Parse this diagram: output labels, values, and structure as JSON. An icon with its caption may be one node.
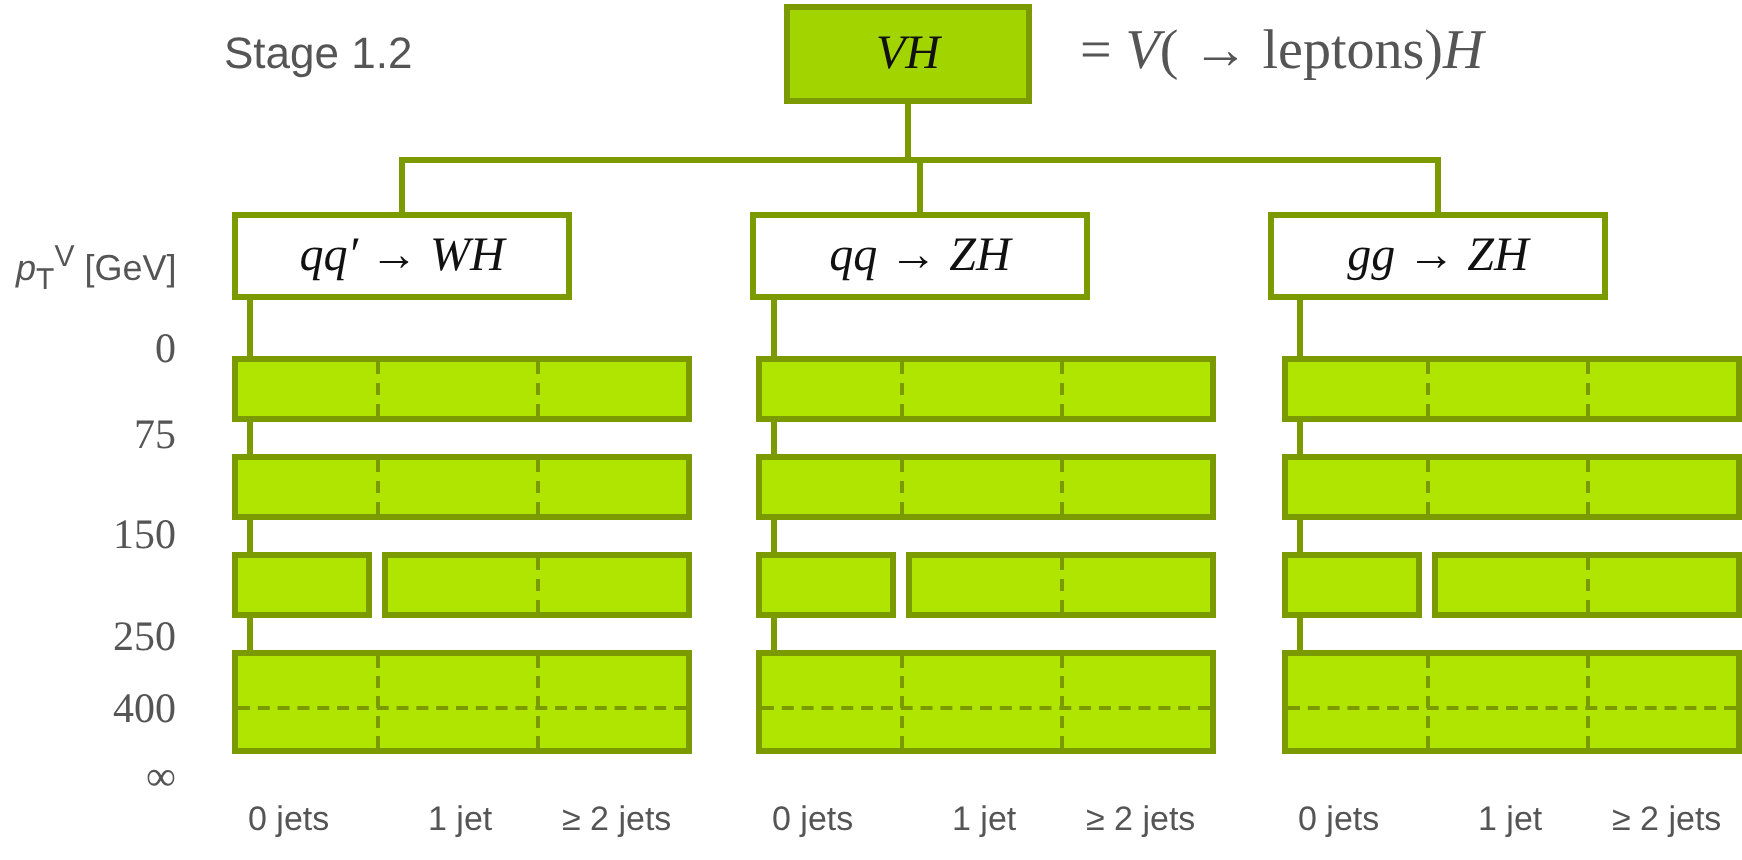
{
  "diagram": {
    "nodes": [
      {
        "text": [
          "VH"
        ]
      },
      {
        "text": [
          "qq′ → WH"
        ]
      },
      {
        "text": [
          "qq → ZH"
        ]
      },
      {
        "text": [
          "gg → ZH"
        ]
      },
      {
        "text": [],
        "shape": "bar"
      },
      {
        "text": [],
        "shape": "bar"
      },
      {
        "text": [],
        "shape": "bar"
      },
      {
        "text": [],
        "shape": "bar"
      },
      {
        "text": [],
        "shape": "bar"
      },
      {
        "text": [],
        "shape": "bar"
      },
      {
        "text": [],
        "shape": "bar"
      },
      {
        "text": [],
        "shape": "bar"
      },
      {
        "text": [],
        "shape": "bar"
      },
      {
        "text": [],
        "shape": "bar"
      },
      {
        "text": [],
        "shape": "bar"
      },
      {
        "text": [],
        "shape": "bar"
      },
      {
        "text": [],
        "shape": "bar"
      },
      {
        "text": [],
        "shape": "bar"
      },
      {
        "text": [],
        "shape": "bar"
      }
    ],
    "edges": [
      {
        "from": 0,
        "to": 1,
        "arrow": "none"
      },
      {
        "from": 0,
        "to": 2,
        "arrow": "none"
      },
      {
        "from": 0,
        "to": 3,
        "arrow": "none"
      },
      {
        "from": 1,
        "to": 4,
        "arrow": "none"
      },
      {
        "from": 4,
        "to": 5,
        "arrow": "none"
      },
      {
        "from": 5,
        "to": 6,
        "arrow": "none"
      },
      {
        "from": 6,
        "to": 8,
        "arrow": "none"
      },
      {
        "from": 2,
        "to": 9,
        "arrow": "none"
      },
      {
        "from": 9,
        "to": 10,
        "arrow": "none"
      },
      {
        "from": 10,
        "to": 11,
        "arrow": "none"
      },
      {
        "from": 11,
        "to": 13,
        "arrow": "none"
      },
      {
        "from": 3,
        "to": 14,
        "arrow": "none"
      },
      {
        "from": 14,
        "to": 15,
        "arrow": "none"
      },
      {
        "from": 15,
        "to": 16,
        "arrow": "none"
      },
      {
        "from": 16,
        "to": 18,
        "arrow": "none"
      }
    ],
    "labels": [
      "Stage 1.2",
      "= *V*( → leptons)*H*",
      "*p*$_{T}$$^{V}$ [GeV]",
      "0",
      "75",
      "150",
      "250",
      "400",
      "∞",
      "0 jets",
      "1 jet",
      "≥ 2 jets",
      "0 jets",
      "1 jet",
      "≥ 2 jets",
      "0 jets",
      "1 jet",
      "≥ 2 jets"
    ]
  }
}
